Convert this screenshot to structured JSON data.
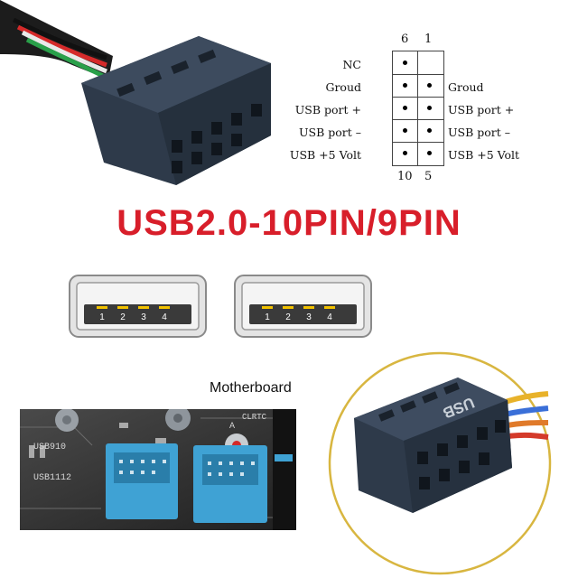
{
  "pinout": {
    "top_left_num": "6",
    "top_right_num": "1",
    "bottom_left_num": "10",
    "bottom_right_num": "5",
    "left_labels": [
      "NC",
      "Groud",
      "USB port +",
      "USB port –",
      "USB +5 Volt"
    ],
    "right_labels": [
      "",
      "Groud",
      "USB port +",
      "USB port –",
      "USB +5 Volt"
    ]
  },
  "title": "USB2.0-10PIN/9PIN",
  "usb_port_numbers": [
    "1",
    "2",
    "3",
    "4"
  ],
  "motherboard_label": "Motherboard",
  "board_silkscreen": [
    "USB910",
    "USB1112",
    "CLRTC",
    "A"
  ],
  "connector_text": "USB",
  "colors": {
    "title": "#d81e2a",
    "connector_body": "#2e3a4a",
    "header_blue": "#3fa2d4",
    "circle_border": "#d8b640",
    "usb_pin": "#f2c200"
  }
}
